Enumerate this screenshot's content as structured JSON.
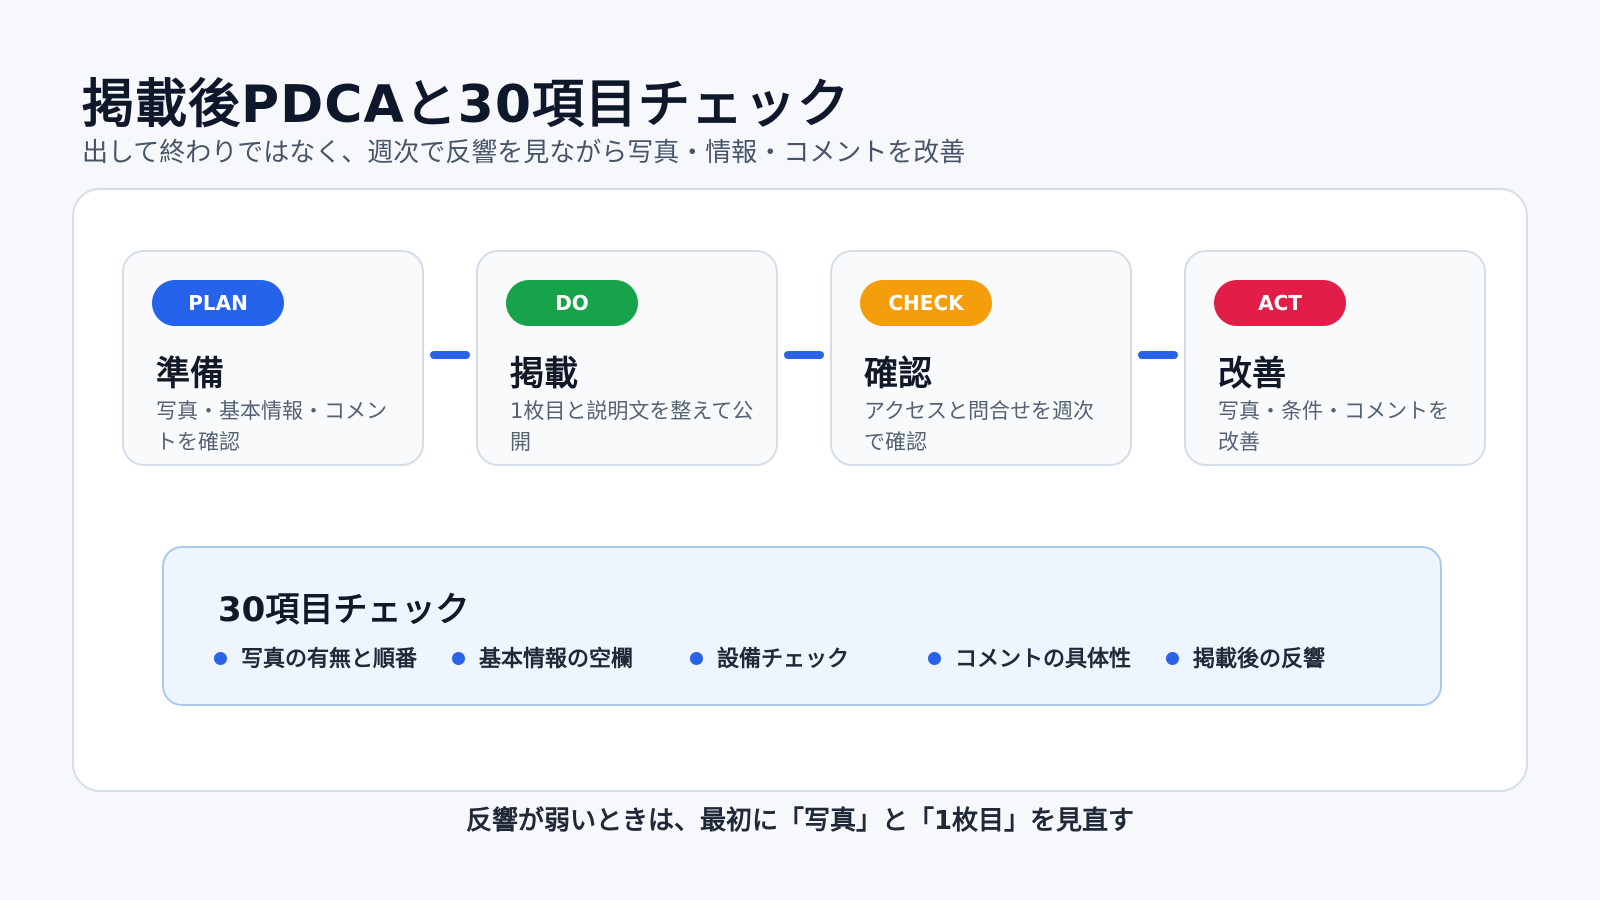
{
  "header": {
    "title": "掲載後PDCAと30項目チェック",
    "subtitle": "出して終わりではなく、週次で反響を見ながら写真・情報・コメントを改善"
  },
  "steps": [
    {
      "tag": "PLAN",
      "tag_color": "#2563eb",
      "title": "準備",
      "description": "写真・基本情報・コメントを確認"
    },
    {
      "tag": "DO",
      "tag_color": "#16a34a",
      "title": "掲載",
      "description": "1枚目と説明文を整えて公開"
    },
    {
      "tag": "CHECK",
      "tag_color": "#f59e0b",
      "title": "確認",
      "description": "アクセスと問合せを週次で確認"
    },
    {
      "tag": "ACT",
      "tag_color": "#e11d48",
      "title": "改善",
      "description": "写真・条件・コメントを改善"
    }
  ],
  "checklist": {
    "title": "30項目チェック",
    "items": [
      "写真の有無と順番",
      "基本情報の空欄",
      "設備チェック",
      "コメントの具体性",
      "掲載後の反響"
    ]
  },
  "footer_note": "反響が弱いときは、最初に「写真」と「1枚目」を見直す",
  "colors": {
    "accent": "#2a63e8",
    "background": "#f6f8fb"
  }
}
